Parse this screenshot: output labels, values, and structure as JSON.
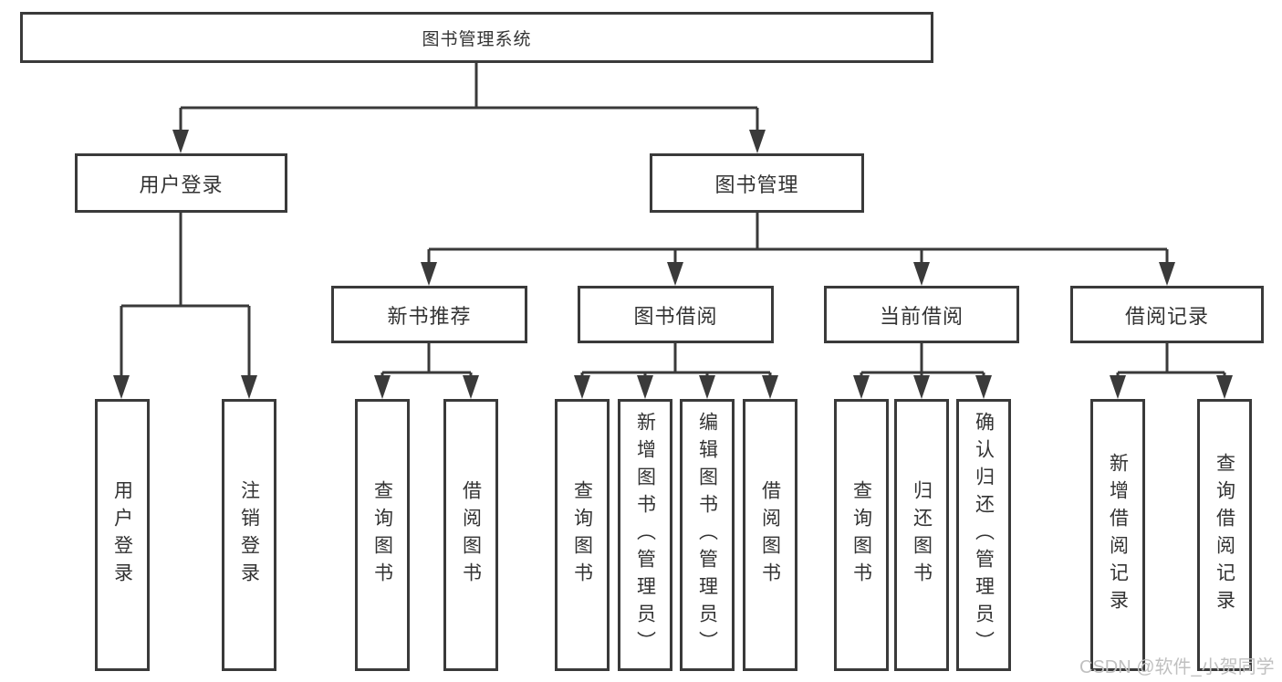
{
  "nodes": {
    "root": "图书管理系统",
    "user_login": "用户登录",
    "book_management": "图书管理"
  },
  "user_login_children": [
    "用户登录",
    "注销登录"
  ],
  "groups": [
    {
      "label": "新书推荐",
      "children": [
        "查询图书",
        "借阅图书"
      ]
    },
    {
      "label": "图书借阅",
      "children": [
        "查询图书",
        "新增图书（管理员）",
        "编辑图书（管理员）",
        "借阅图书"
      ]
    },
    {
      "label": "当前借阅",
      "children": [
        "查询图书",
        "归还图书",
        "确认归还（管理员）"
      ]
    },
    {
      "label": "借阅记录",
      "children": [
        "新增借阅记录",
        "查询借阅记录"
      ]
    }
  ],
  "watermark": "CSDN @软件_小贺同学",
  "colors": {
    "line": "#3a3a3a",
    "text": "#333333",
    "watermark": "#c0c0c0",
    "background": "#ffffff"
  }
}
